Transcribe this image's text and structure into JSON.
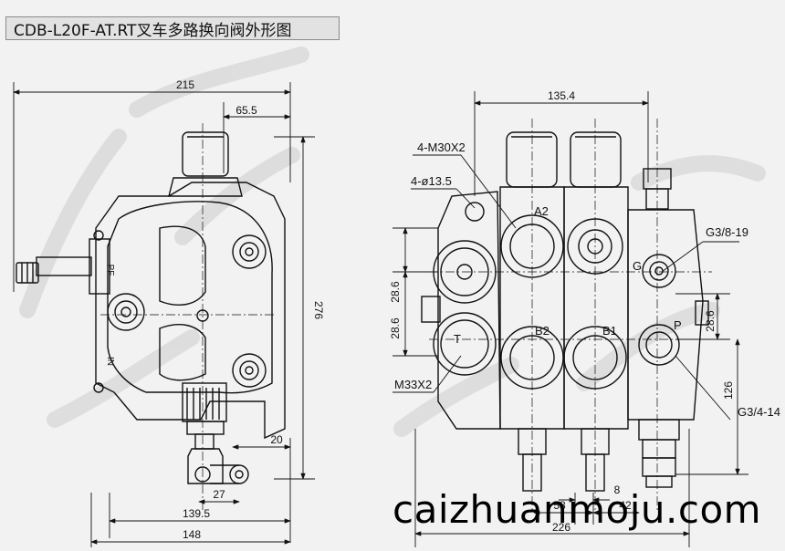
{
  "title": "CDB-L20F-AT.RT叉车多路换向阀外形图",
  "watermark": "caizhuanmoju.com",
  "left_view": {
    "dims": {
      "overall_width": "215",
      "top_offset": "65.5",
      "height": "276",
      "bottom_20": "20",
      "bottom_27": "27",
      "bottom_139": "139.5",
      "bottom_148": "148"
    },
    "port_labels": {
      "pf": "PF",
      "in": "IN"
    }
  },
  "right_view": {
    "dims": {
      "top_width": "135.4",
      "d28_left_top": "28.6",
      "d28_left_bottom": "28.6",
      "d28_right": "28.6",
      "d126": "126",
      "d8": "8",
      "d58": "58",
      "d42": "42",
      "d226": "226"
    },
    "callouts": {
      "m30": "4-M30X2",
      "dia13": "4-ø13.5",
      "m33": "M33X2",
      "g38": "G3/8-19",
      "g34": "G3/4-14"
    },
    "ports": {
      "a2": "A2",
      "t": "T",
      "b2": "B2",
      "b1": "B1",
      "g": "G",
      "p": "P"
    }
  }
}
